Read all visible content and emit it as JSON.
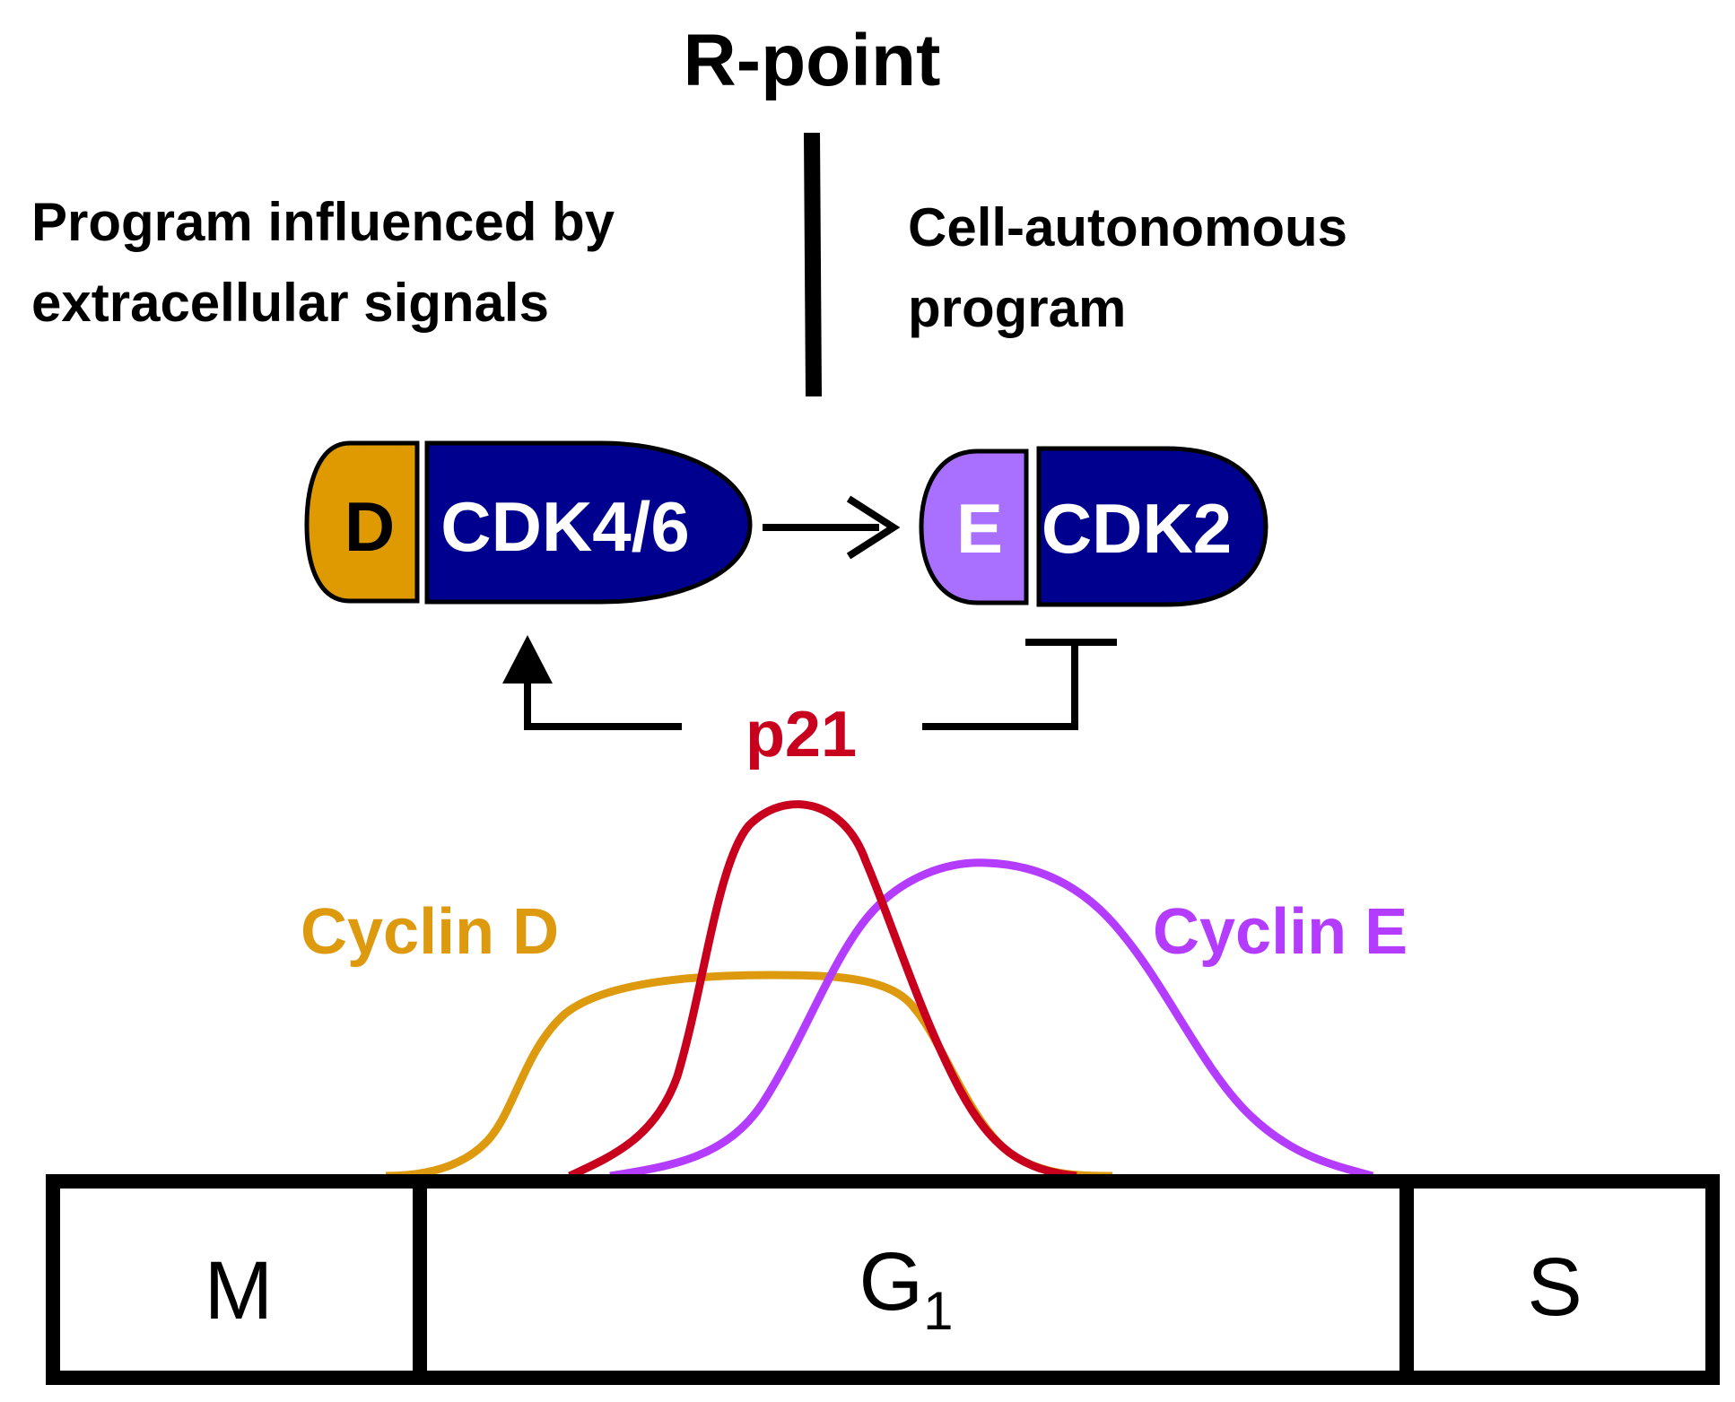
{
  "title": "R-point",
  "left_program": {
    "line1": "Program influenced by",
    "line2": "extracellular signals"
  },
  "right_program": {
    "line1": "Cell-autonomous",
    "line2": "program"
  },
  "complex_d": {
    "cyclin_label": "D",
    "cdk_label": "CDK4/6",
    "cyclin_color": "#DE9A00",
    "cdk_color": "#00008F"
  },
  "complex_e": {
    "cyclin_label": "E",
    "cdk_label": "CDK2",
    "cyclin_color": "#A970FF",
    "cdk_color": "#00008F"
  },
  "regulator": {
    "label": "p21",
    "color": "#C8001E",
    "effect_on_cdk46": "activates (arrow)",
    "effect_on_cdk2": "inhibits (T-bar)"
  },
  "curves": {
    "cyclin_d": {
      "label": "Cyclin D",
      "color": "#DE9A0E"
    },
    "p21": {
      "label": "",
      "color": "#C8001E"
    },
    "cyclin_e": {
      "label": "Cyclin E",
      "color": "#B43CFF"
    }
  },
  "phases": {
    "m": "M",
    "g1_main": "G",
    "g1_sub": "1",
    "s": "S"
  }
}
